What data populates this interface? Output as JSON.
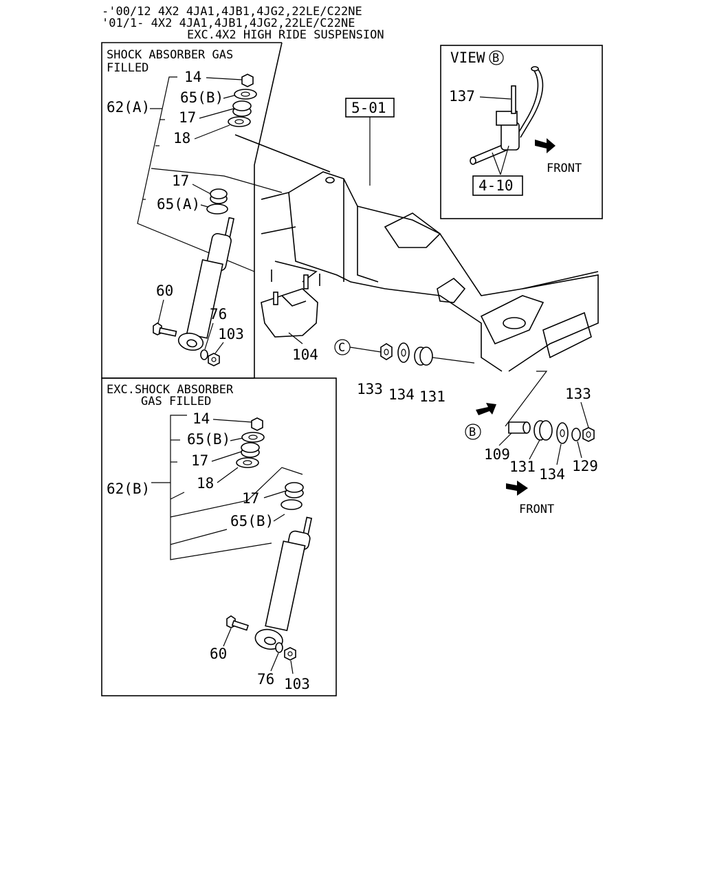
{
  "header": {
    "line1": "-'00/12 4X2 4JA1,4JB1,4JG2,22LE/C22NE",
    "line2": "'01/1-  4X2 4JA1,4JB1,4JG2,22LE/C22NE",
    "line3": "EXC.4X2 HIGH RIDE SUSPENSION"
  },
  "panel_gas": {
    "caption_line1": "SHOCK ABSORBER GAS",
    "caption_line2": "FILLED",
    "labels": {
      "p14": "14",
      "p65b": "65(B)",
      "p62a": "62(A)",
      "p17a": "17",
      "p18": "18",
      "p17b": "17",
      "p65a": "65(A)",
      "p60": "60",
      "p76": "76",
      "p103": "103"
    }
  },
  "panel_non_gas": {
    "caption_line1": "EXC.SHOCK ABSORBER",
    "caption_line2": "GAS FILLED",
    "labels": {
      "p14": "14",
      "p65b1": "65(B)",
      "p17a": "17",
      "p62b": "62(B)",
      "p18": "18",
      "p17b": "17",
      "p65b2": "65(B)",
      "p60": "60",
      "p76": "76",
      "p103": "103"
    }
  },
  "view_b": {
    "title": "VIEW",
    "marker": "B",
    "label_137": "137",
    "ref_box": "4-10",
    "front": "FRONT"
  },
  "main": {
    "ref_box": "5-01",
    "label_104": "104",
    "marker_c": "C",
    "label_133": "133",
    "label_134": "134",
    "label_131": "131",
    "marker_b": "B",
    "label_133b": "133",
    "label_109": "109",
    "label_131b": "131",
    "label_134b": "134",
    "label_129": "129",
    "front": "FRONT"
  }
}
